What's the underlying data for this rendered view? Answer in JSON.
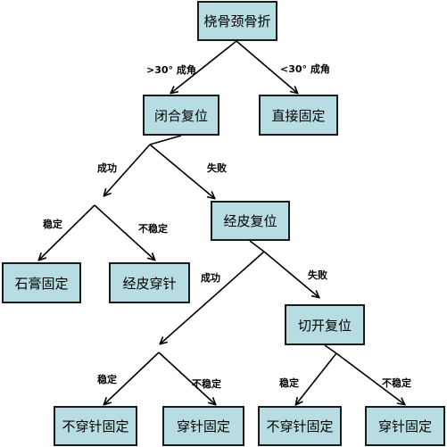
{
  "colors": {
    "node_fill": "#b7dde3",
    "node_border": "#1a1a1a",
    "line": "#000000",
    "background": "#ffffff"
  },
  "nodes": {
    "root": "桡骨颈骨折",
    "closed_reduction": "闭合复位",
    "direct_fixation": "直接固定",
    "percutaneous_reduction": "经皮复位",
    "plaster_fixation": "石膏固定",
    "percutaneous_pinning": "经皮穿针",
    "open_reduction": "切开复位",
    "no_pin_fixation_1": "不穿针固定",
    "pin_fixation_1": "穿针固定",
    "no_pin_fixation_2": "不穿针固定",
    "pin_fixation_2": "穿针固定"
  },
  "edge_labels": {
    "angle_gt30": ">30° 成角",
    "angle_lt30": "<30° 成角",
    "success_1": "成功",
    "fail_1": "失败",
    "stable_1": "稳定",
    "unstable_1": "不稳定",
    "success_2": "成功",
    "fail_2": "失败",
    "stable_2": "稳定",
    "unstable_2": "不稳定",
    "stable_3": "稳定",
    "unstable_3": "不稳定"
  }
}
